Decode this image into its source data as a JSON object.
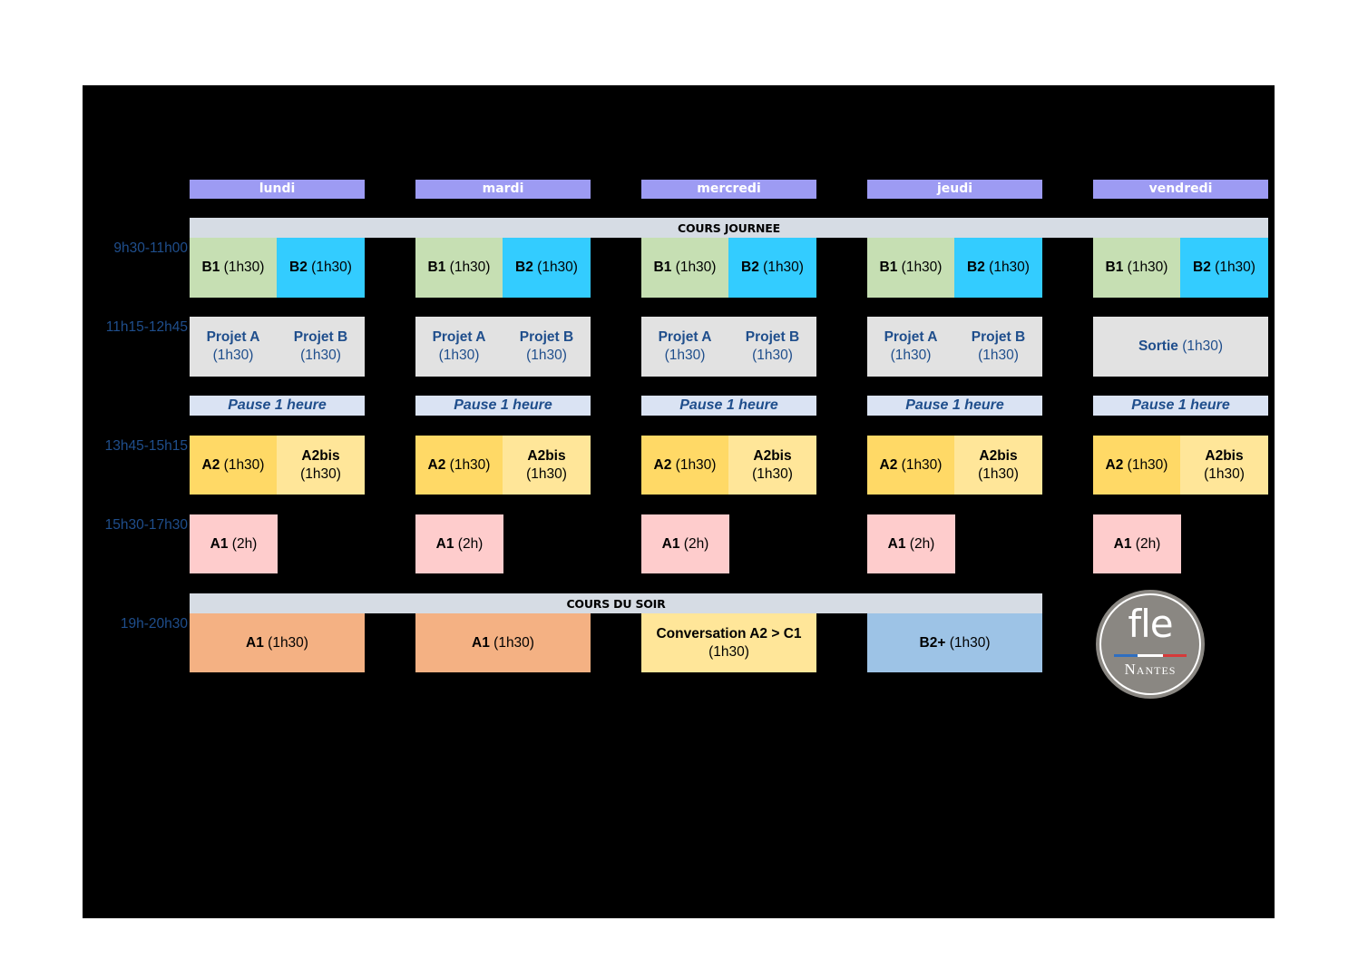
{
  "days": [
    "lundi",
    "mardi",
    "mercredi",
    "jeudi",
    "vendredi"
  ],
  "sections": {
    "day": "COURS JOURNEE",
    "evening": "COURS DU SOIR"
  },
  "times": {
    "slot1": "9h30-11h00",
    "slot2": "11h15-12h45",
    "slot3": "13h45-15h15",
    "slot4": "15h30-17h30",
    "slot5": "19h-20h30"
  },
  "schedule": {
    "slot1": {
      "b1": {
        "level": "B1",
        "duration": "(1h30)"
      },
      "b2": {
        "level": "B2",
        "duration": "(1h30)"
      }
    },
    "slot2": {
      "projet_a": {
        "name": "Projet A",
        "duration": "(1h30)"
      },
      "projet_b": {
        "name": "Projet B",
        "duration": "(1h30)"
      },
      "friday": {
        "name": "Sortie",
        "duration": "(1h30)"
      }
    },
    "pause": "Pause 1 heure",
    "slot3": {
      "a2": {
        "level": "A2",
        "duration": "(1h30)"
      },
      "a2bis": {
        "level": "A2bis",
        "duration": "(1h30)"
      }
    },
    "slot4": {
      "a1": {
        "level": "A1",
        "duration": "(2h)"
      }
    },
    "evening": {
      "lundi": {
        "level": "A1",
        "duration": "(1h30)"
      },
      "mardi": {
        "level": "A1",
        "duration": "(1h30)"
      },
      "mercredi": {
        "level": "Conversation A2 > C1",
        "duration": "(1h30)"
      },
      "jeudi": {
        "level": "B2+",
        "duration": "(1h30)"
      }
    }
  },
  "logo": {
    "top": "fle",
    "bottom": "Nantes"
  },
  "colors": {
    "day_header": "#9d9bf3",
    "b1": "#c6dfb3",
    "b2": "#33ccff",
    "projet": "#e2e2e2",
    "pause": "#dae3f3",
    "a2": "#ffd966",
    "a2bis": "#ffe699",
    "a1": "#fecccc",
    "evening_a1": "#f4b183",
    "conversation": "#ffe699",
    "b2plus": "#9dc3e6",
    "time_label": "#1f4e8c"
  }
}
